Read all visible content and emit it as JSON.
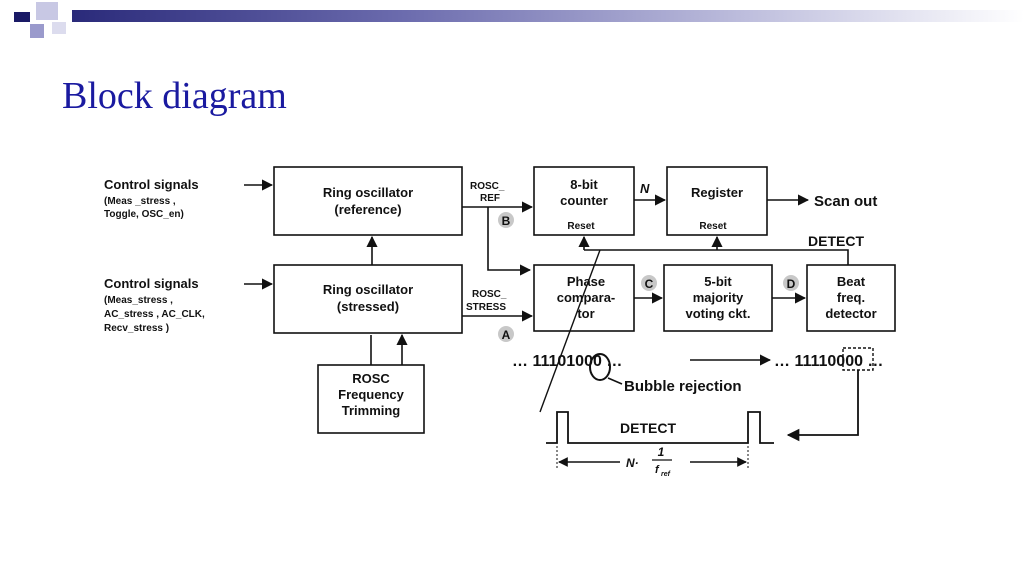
{
  "slide": {
    "title": "Block diagram"
  },
  "colors": {
    "title": "#1a1aa0",
    "bar_dark": "#2a2a7a",
    "bar_light": "#bcbcdc"
  },
  "diagram": {
    "control_signals_1": {
      "label": "Control signals",
      "sub1": "(Meas _stress ,",
      "sub2": "Toggle, OSC_en)"
    },
    "control_signals_2": {
      "label": "Control signals",
      "sub1": "(Meas_stress ,",
      "sub2": "AC_stress , AC_CLK,",
      "sub3": "Recv_stress )"
    },
    "ring_osc_ref": {
      "line1": "Ring oscillator",
      "line2": "(reference)"
    },
    "ring_osc_stressed": {
      "line1": "Ring oscillator",
      "line2": "(stressed)"
    },
    "rosc_trim": {
      "line1": "ROSC",
      "line2": "Frequency",
      "line3": "Trimming"
    },
    "rosc_ref_label": {
      "line1": "ROSC_",
      "line2": "REF"
    },
    "rosc_stress_label": {
      "line1": "ROSC_",
      "line2": "STRESS"
    },
    "counter": {
      "line1": "8-bit",
      "line2": "counter",
      "reset": "Reset"
    },
    "register": {
      "line1": "Register",
      "reset": "Reset"
    },
    "n_label": "N",
    "scan_out": "Scan out",
    "detect_top": "DETECT",
    "phase_comp": {
      "line1": "Phase",
      "line2": "compara-",
      "line3": "tor"
    },
    "majority": {
      "line1": "5-bit",
      "line2": "majority",
      "line3": "voting ckt."
    },
    "beat": {
      "line1": "Beat",
      "line2": "freq.",
      "line3": "detector"
    },
    "node_a": "A",
    "node_b": "B",
    "node_c": "C",
    "node_d": "D",
    "bits_left": "… 11101000 …",
    "bits_right": "… 11110000 …",
    "bubble_rejection": "Bubble rejection",
    "detect_wave": "DETECT",
    "period_prefix": "N·",
    "period_num": "1",
    "period_den": "f",
    "period_den_sub": "ref"
  }
}
